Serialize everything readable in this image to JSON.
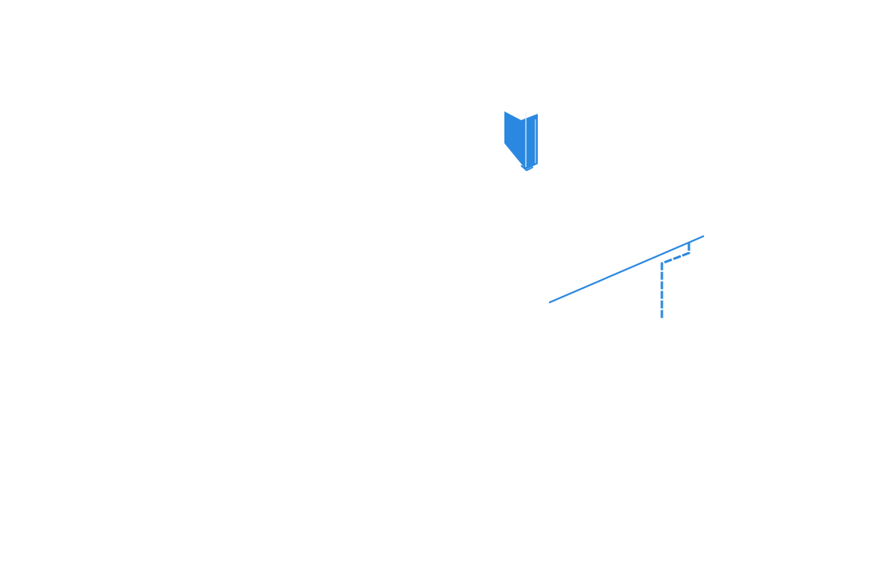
{
  "colors": {
    "background": "#ffffff",
    "accent": "#2b88e0",
    "accent_light": "#e7f1fb"
  },
  "shapes": [
    {
      "kind": "shield-marker",
      "icon": "shield-icon"
    },
    {
      "kind": "slanted-line"
    },
    {
      "kind": "dashed-bracket"
    }
  ]
}
